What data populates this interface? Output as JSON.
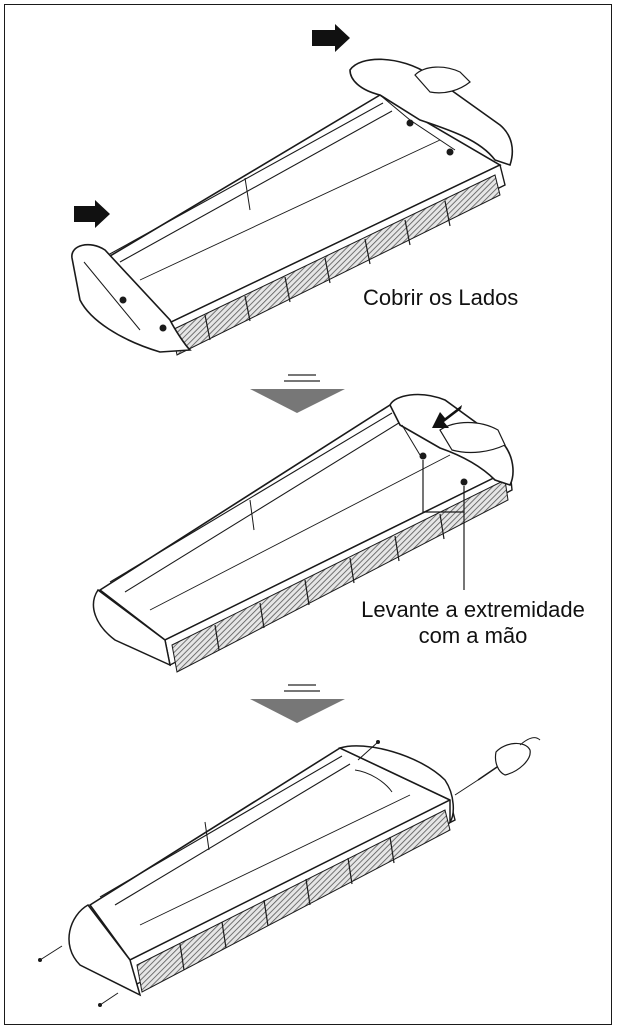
{
  "labels": {
    "cover_sides": "Cobrir os Lados",
    "lift_end_line1": "Levante a extremidade",
    "lift_end_line2": "com a mão"
  },
  "colors": {
    "line": "#1a1a1a",
    "filter_hatch": "#555555",
    "step_arrow": "#777777",
    "push_arrow": "#111111"
  },
  "icons": [
    "push-arrow-icon",
    "step-down-arrow-icon",
    "hand-icon",
    "screwdriver-icon",
    "screw-icon"
  ]
}
